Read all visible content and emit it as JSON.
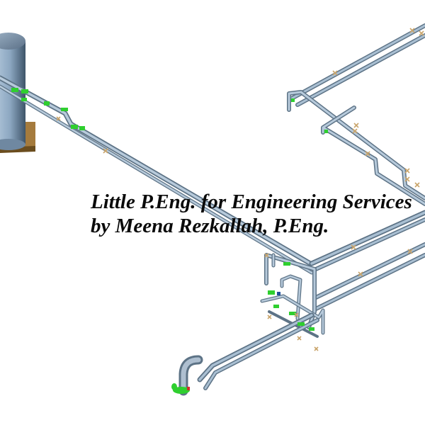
{
  "watermark": {
    "line1": "Little P.Eng. for Engineering Services",
    "line2": "by Meena Rezkallah, P.Eng."
  },
  "drawing": {
    "type": "3D isometric piping layout",
    "elements": [
      "storage-tank",
      "tank-foundation",
      "pipe-runs",
      "pipe-supports",
      "valves-flanges",
      "pipe-elbow-nozzle"
    ],
    "colors": {
      "pipe": "#9fb6c8",
      "pipe_dark": "#5d7386",
      "tank": "#8ea8c2",
      "tank_dark": "#3f546b",
      "foundation": "#a37a3c",
      "fittings": "#2fcf2f",
      "supports": "#c9a46a",
      "marker_red": "#d0302a",
      "valve_blue": "#1f4f9a"
    }
  }
}
